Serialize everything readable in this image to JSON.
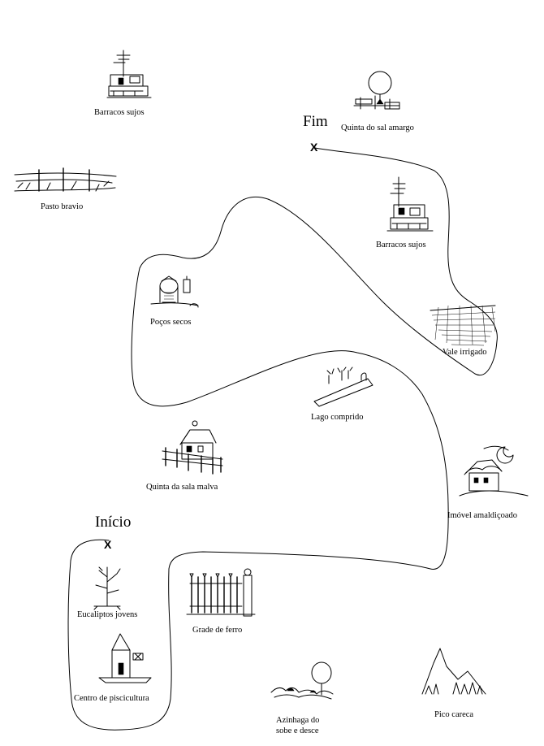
{
  "markers": {
    "start_label": "Início",
    "end_label": "Fim",
    "x_mark": "X"
  },
  "places": {
    "barracos_sujos_top": "Barracos sujos",
    "quinta_sal_amargo": "Quinta do sal amargo",
    "pasto_bravio": "Pasto bravio",
    "barracos_sujos_mid": "Barracos sujos",
    "pocos_secos": "Poços secos",
    "vale_irrigado": "Vale irrigado",
    "lago_comprido": "Lago comprido",
    "quinta_sala_malva": "Quinta da sala malva",
    "imovel_amaldicoado": "Imóvel amaldiçoado",
    "eucaliptos_jovens": "Eucaliptos jovens",
    "grade_de_ferro": "Grade de ferro",
    "centro_piscicultura": "Centro de piscicultura",
    "azinhaga_line1": "Azinhaga do",
    "azinhaga_line2": "sobe e desce",
    "pico_careca": "Pico careca"
  },
  "icons": [
    "antenna-shack-icon",
    "round-tree-fence-icon",
    "field-fence-icon",
    "well-icon",
    "hatched-field-icon",
    "long-lake-icon",
    "house-icon",
    "haunted-house-icon",
    "sapling-icon",
    "iron-gate-icon",
    "watchtower-icon",
    "lane-tree-icon",
    "mountain-peak-icon"
  ]
}
